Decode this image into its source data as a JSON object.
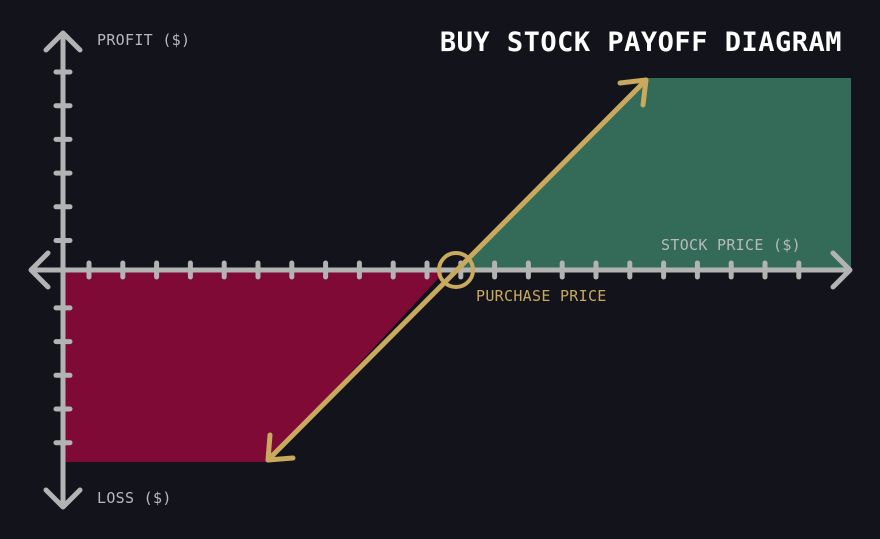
{
  "title": "BUY STOCK PAYOFF DIAGRAM",
  "labels": {
    "y_positive": "PROFIT ($)",
    "y_negative": "LOSS ($)",
    "x_axis": "STOCK PRICE ($)",
    "purchase_price": "PURCHASE PRICE"
  },
  "colors": {
    "background": "#13141b",
    "axis": "#b3b3b3",
    "payoff_line": "#c8a95e",
    "profit_region": "#336b58",
    "loss_region": "#7e0a35",
    "title": "#ffffff",
    "axis_label": "#b9b9bd"
  }
}
